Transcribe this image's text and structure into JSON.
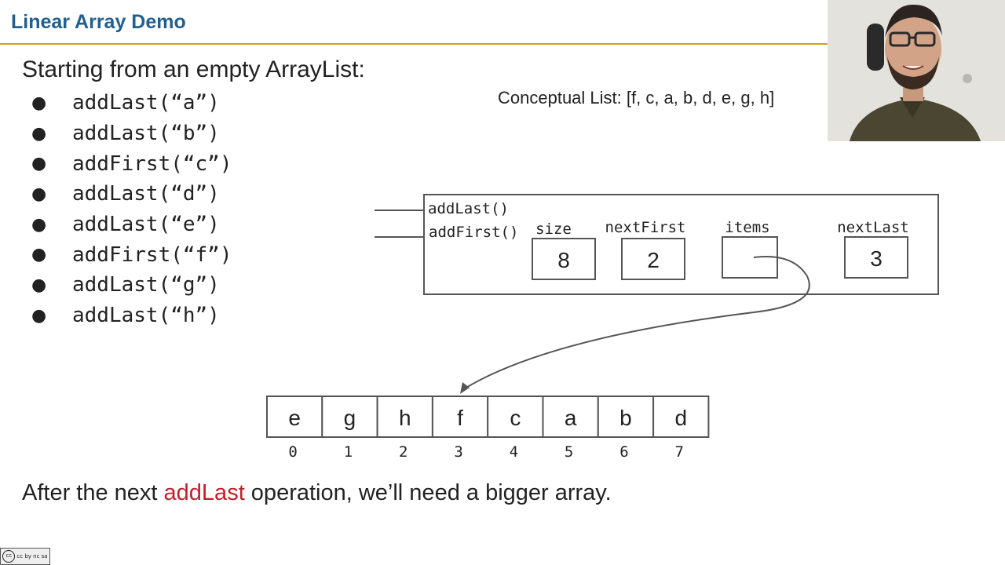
{
  "slide": {
    "title": "Linear Array Demo",
    "intro": "Starting from an empty ArrayList:",
    "operations": [
      "addLast(“a”)",
      "addLast(“b”)",
      "addFirst(“c”)",
      "addLast(“d”)",
      "addLast(“e”)",
      "addFirst(“f”)",
      "addLast(“g”)",
      "addLast(“h”)"
    ],
    "conceptual_list": "Conceptual List: [f, c, a, b, d, e, g, h]",
    "footer": {
      "before": "After the next ",
      "highlight": "addLast",
      "after": " operation, we’ll need a bigger array."
    }
  },
  "object_box": {
    "methods": [
      "addLast()",
      "addFirst()"
    ],
    "fields": {
      "size": {
        "label": "size",
        "value": "8"
      },
      "nextFirst": {
        "label": "nextFirst",
        "value": "2"
      },
      "items": {
        "label": "items",
        "value": ""
      },
      "nextLast": {
        "label": "nextLast",
        "value": "3"
      }
    }
  },
  "array": {
    "cells": [
      "e",
      "g",
      "h",
      "f",
      "c",
      "a",
      "b",
      "d"
    ],
    "indices": [
      "0",
      "1",
      "2",
      "3",
      "4",
      "5",
      "6",
      "7"
    ]
  },
  "colors": {
    "title": "#1f5f91",
    "title_rule": "#c9a227",
    "highlight": "#c0202a",
    "box_stroke": "#555555"
  },
  "license_badge": "cc by nc sa"
}
